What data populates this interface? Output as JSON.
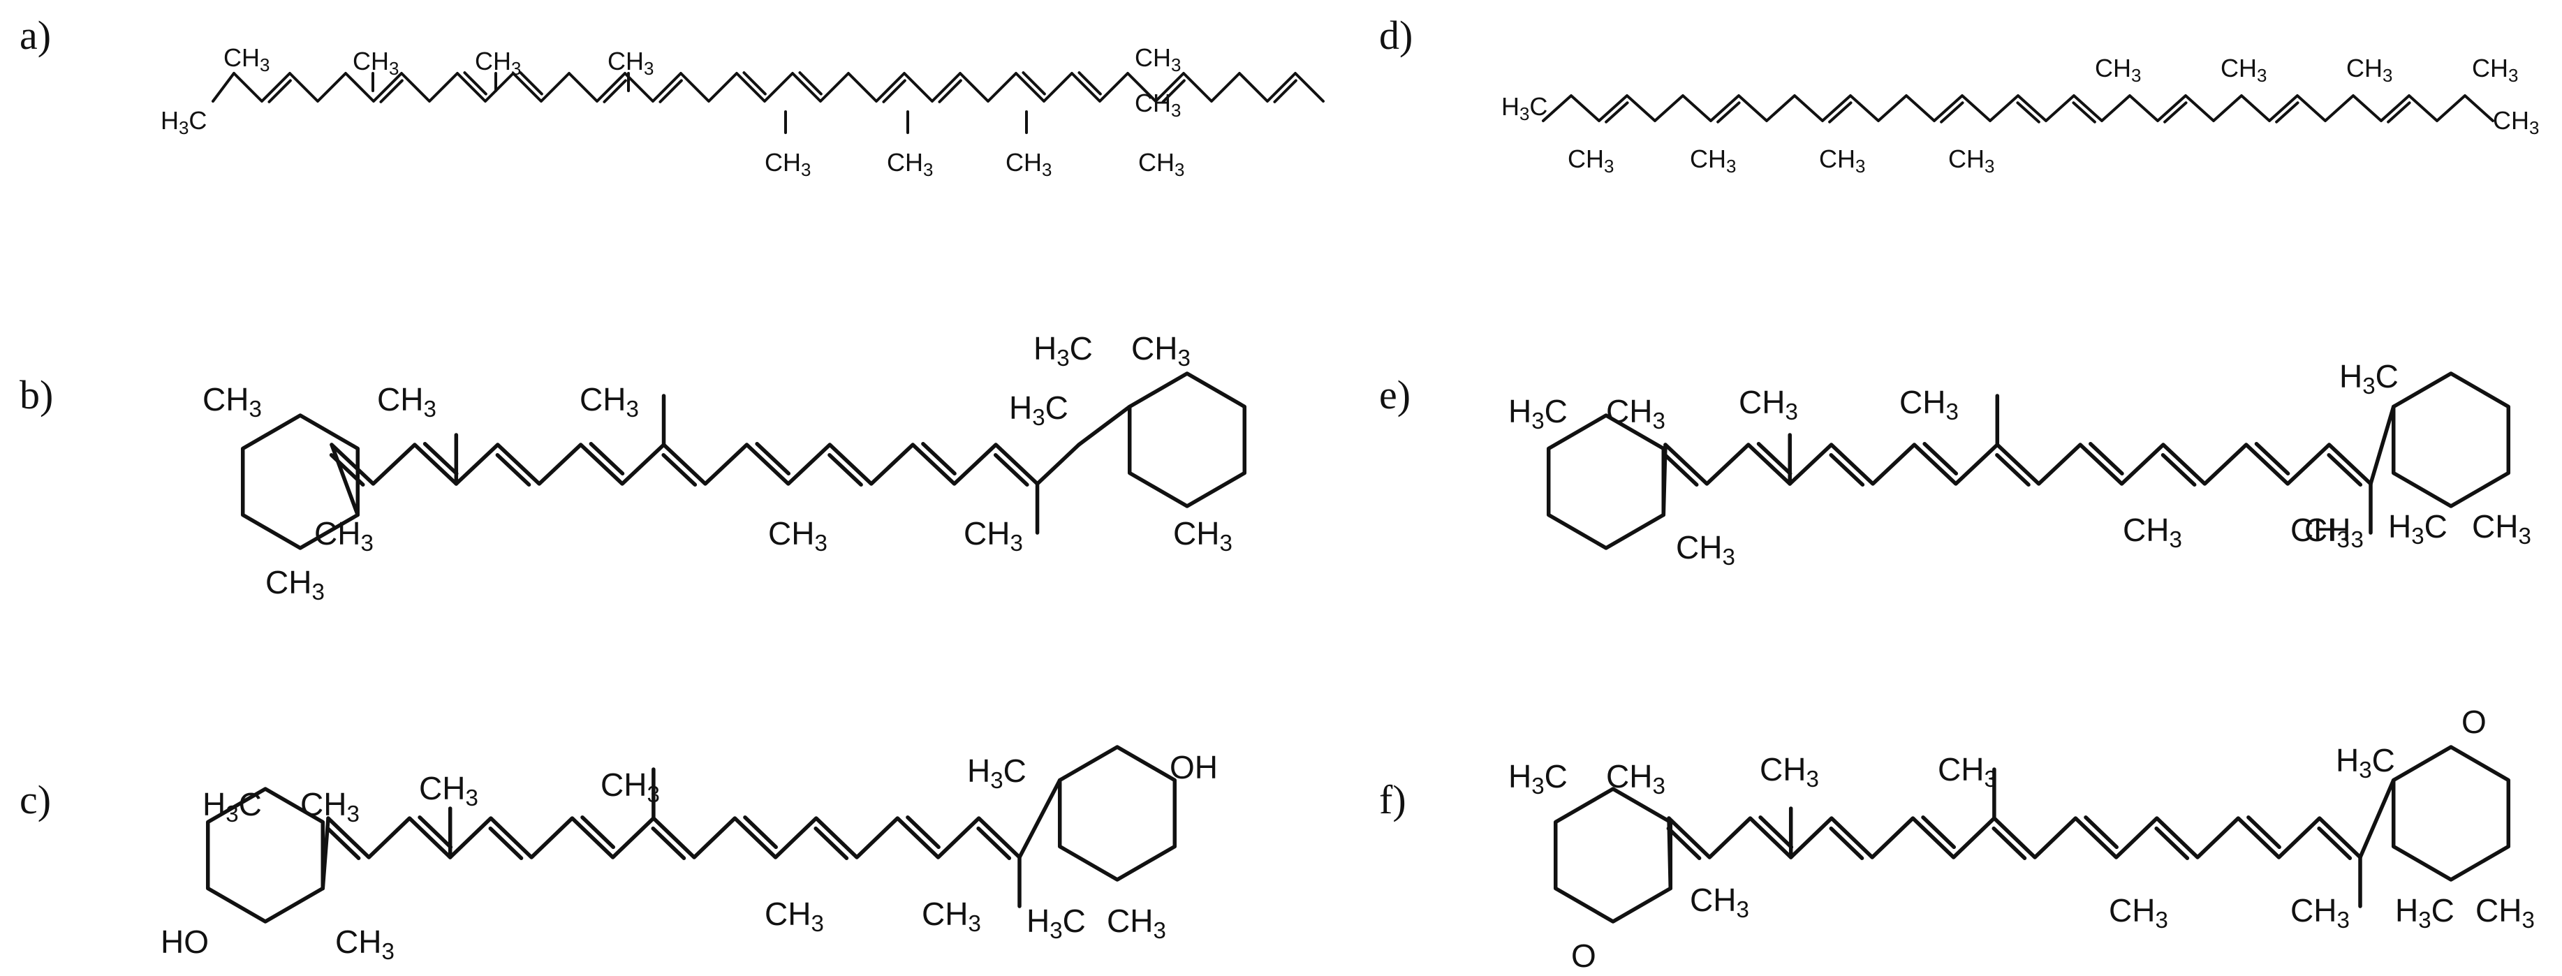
{
  "panels": [
    {
      "key": "a",
      "label": "a)",
      "atoms": [
        "CH3",
        "H3C",
        "CH3",
        "CH3",
        "CH3",
        "CH3",
        "CH3",
        "CH3",
        "CH3",
        "CH3",
        "CH3"
      ]
    },
    {
      "key": "b",
      "label": "b)",
      "atoms": [
        "CH3",
        "CH3",
        "CH3",
        "CH3",
        "CH3",
        "CH3",
        "CH3",
        "CH3",
        "H3C",
        "H3C",
        "CH3"
      ]
    },
    {
      "key": "c",
      "label": "c)",
      "atoms": [
        "H3C",
        "CH3",
        "HO",
        "CH3",
        "CH3",
        "CH3",
        "CH3",
        "CH3",
        "H3C",
        "OH",
        "H3C",
        "CH3"
      ]
    },
    {
      "key": "d",
      "label": "d)",
      "atoms": [
        "H3C",
        "CH3",
        "CH3",
        "CH3",
        "CH3",
        "CH3",
        "CH3",
        "CH3",
        "CH3",
        "CH3"
      ]
    },
    {
      "key": "e",
      "label": "e)",
      "atoms": [
        "H3C",
        "CH3",
        "CH3",
        "CH3",
        "CH3",
        "CH3",
        "CH3",
        "H3C",
        "H3C",
        "CH3",
        "CH3"
      ]
    },
    {
      "key": "f",
      "label": "f)",
      "atoms": [
        "H3C",
        "CH3",
        "O",
        "CH3",
        "CH3",
        "CH3",
        "CH3",
        "CH3",
        "O",
        "H3C",
        "H3C",
        "CH3"
      ]
    }
  ]
}
